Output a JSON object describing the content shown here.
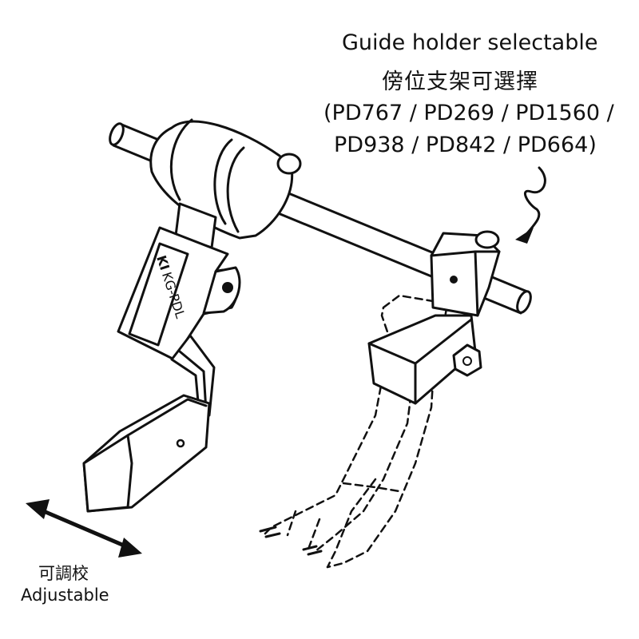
{
  "labels": {
    "guide_holder_en": "Guide holder selectable",
    "guide_holder_zh": "傍位支架可選擇",
    "models_line1": "(PD767 / PD269 / PD1560 /",
    "models_line2": "PD938 / PD842 / PD664)",
    "adjustable_zh": "可調校",
    "adjustable_en": "Adjustable"
  },
  "product": {
    "logo": "KI",
    "model_label": "KG-PDL"
  },
  "colors": {
    "line": "#111111",
    "background": "#ffffff"
  }
}
